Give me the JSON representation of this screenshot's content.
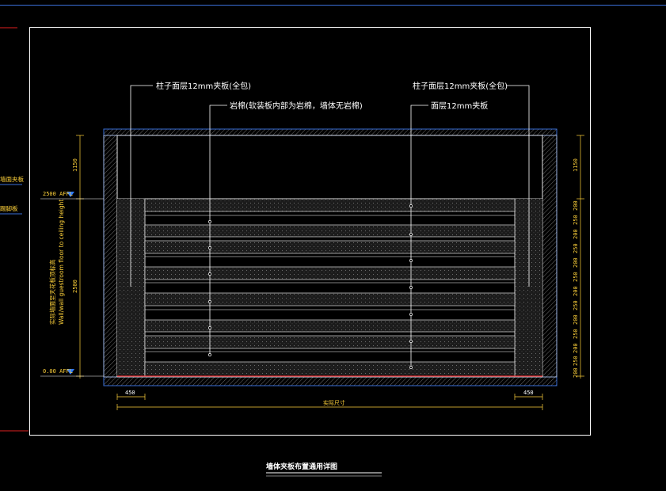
{
  "drawing": {
    "title": "墙体夹板布置通用详图",
    "callouts": {
      "top_left": "柱子面层12mm夹板(全包)",
      "second_left": "岩棉(软装板内部为岩棉，墙体无岩棉)",
      "top_right": "柱子面层12mm夹板(全包)",
      "second_right": "面层12mm夹板"
    },
    "levels": {
      "upper": "2500 AFFL",
      "lower": "0.00 AFFL"
    },
    "left_dims": {
      "top": "1150",
      "main": "2500"
    },
    "vertical_note": {
      "line1": "实际墙面至天花板顶标高",
      "line2": "Wall/wall  guestroom  floor to ceiling height"
    },
    "right_dims": {
      "top": "1150",
      "stack": [
        "200",
        "250",
        "200",
        "250",
        "200",
        "250",
        "200",
        "250",
        "200",
        "250",
        "200",
        "250",
        "200"
      ]
    },
    "bottom_dims": {
      "left": "450",
      "right": "450",
      "overall": "实际尺寸"
    },
    "left_edge_labels": [
      "墙面夹板",
      "踢脚板"
    ]
  }
}
